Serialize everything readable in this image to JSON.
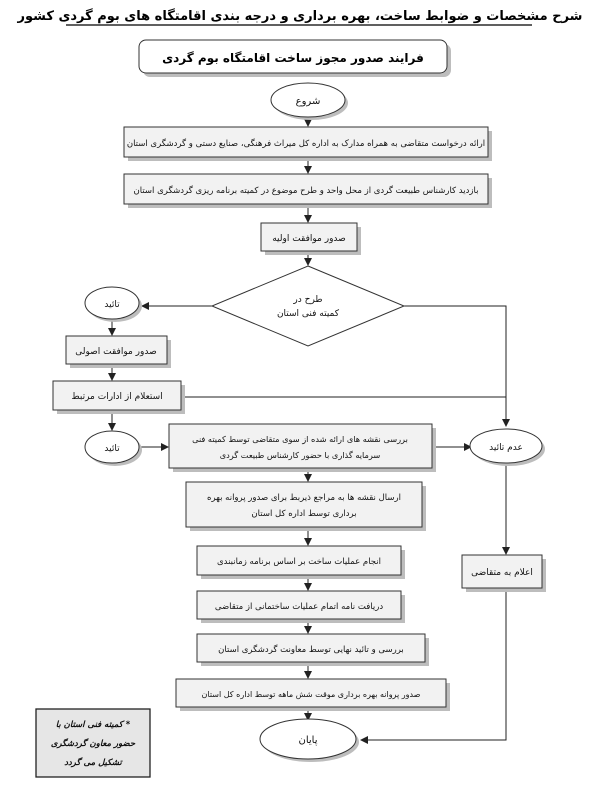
{
  "title": "شرح مشخصات و ضوابط ساخت، بهره برداری و درجه بندی اقامتگاه های بوم گردی کشور",
  "subtitle": "فرایند صدور مجوز ساخت اقامتگاه بوم گردی",
  "nodes": {
    "start": "شروع",
    "step1": "ارائه درخواست متقاضی به همراه مدارک به اداره کل میراث فرهنگی، صنایع دستی و گردشگری استان",
    "step2": "بازدید کارشناس طبیعت گردی از محل واحد و طرح موضوع در کمیته برنامه ریزی گردشگری استان",
    "step3": "صدور موافقت اولیه",
    "decision_line1": "طرح در",
    "decision_line2": "کمیته فنی استان",
    "approve1": "تائید",
    "approve2": "تائید",
    "reject": "عدم تائید",
    "principle": "صدور موافقت اصولی",
    "inquiry": "استعلام از ادارات مرتبط",
    "review_line1": "بررسی نقشه های ارائه شده از سوی متقاضی توسط کمیته فنی",
    "review_line2": "سرمایه گذاری با حضور کارشناس طبیعت گردی",
    "send_line1": "ارسال نقشه ها به مراجع ذیربط برای صدور پروانه بهره",
    "send_line2": "برداری توسط اداره کل استان",
    "construction": "انجام عملیات ساخت بر اساس برنامه زمانبندی",
    "receive": "دریافت نامه اتمام عملیات ساختمانی از متقاضی",
    "final_review": "بررسی و تائید نهایی توسط معاونت گردشگری استان",
    "permit": "صدور پروانه بهره برداری موقت شش ماهه توسط اداره کل استان",
    "notify": "اعلام به متقاضی",
    "end": "پایان"
  },
  "note": {
    "line1": "* کمیته فنی استان با",
    "line2": "حضور معاون گردشگری",
    "line3": "تشکیل می گردد"
  }
}
